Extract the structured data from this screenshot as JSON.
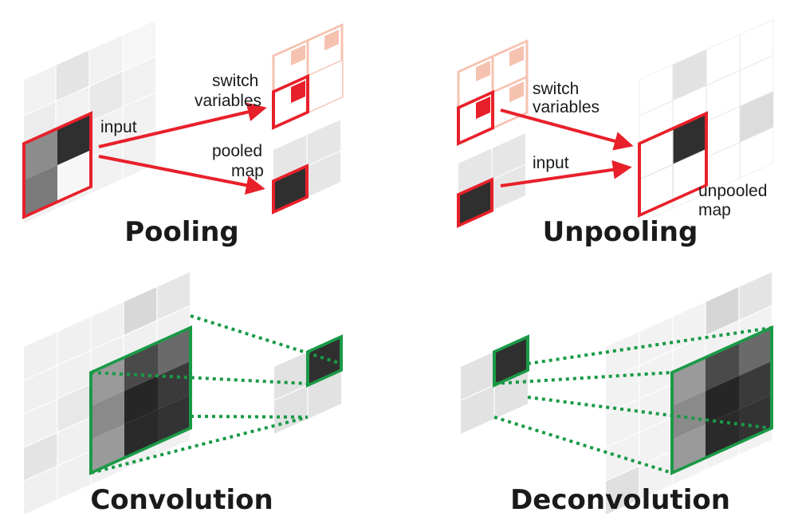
{
  "panels": {
    "pooling": {
      "title": "Pooling",
      "input_label": "input",
      "switch_label_line1": "switch",
      "switch_label_line2": "variables",
      "pooled_label_line1": "pooled",
      "pooled_label_line2": "map"
    },
    "unpooling": {
      "title": "Unpooling",
      "switch_label_line1": "switch",
      "switch_label_line2": "variables",
      "input_label": "input",
      "unpooled_label_line1": "unpooled",
      "unpooled_label_line2": "map"
    },
    "convolution": {
      "title": "Convolution"
    },
    "deconvolution": {
      "title": "Deconvolution"
    }
  },
  "colors": {
    "red": "#e8202a",
    "green": "#1a9a46",
    "light_red": "#f6c2b0",
    "dark_cell": "#333333"
  }
}
